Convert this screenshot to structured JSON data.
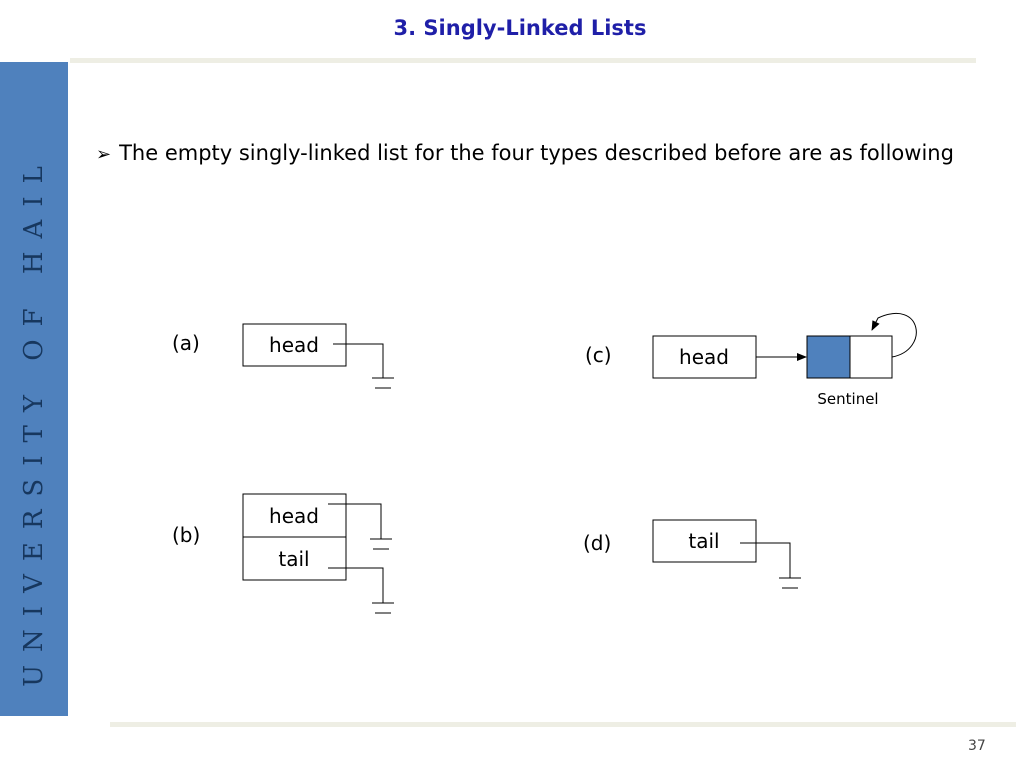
{
  "sidebar": {
    "university_text": "UNIVERSITY OF HAIL"
  },
  "slide": {
    "title": "3. Singly-Linked Lists",
    "bullet_symbol": "➢",
    "bullet_text": "The empty singly-linked list for the four types described before are as following",
    "page_number": "37"
  },
  "diagrams": {
    "a": {
      "label": "(a)",
      "box": "head"
    },
    "b": {
      "label": "(b)",
      "box1": "head",
      "box2": "tail"
    },
    "c": {
      "label": "(c)",
      "box": "head",
      "sentinel_label": "Sentinel"
    },
    "d": {
      "label": "(d)",
      "box": "tail"
    }
  },
  "colors": {
    "band": "#4f81bd",
    "title": "#1f1fa8",
    "sentinel_fill": "#4f81bd"
  }
}
